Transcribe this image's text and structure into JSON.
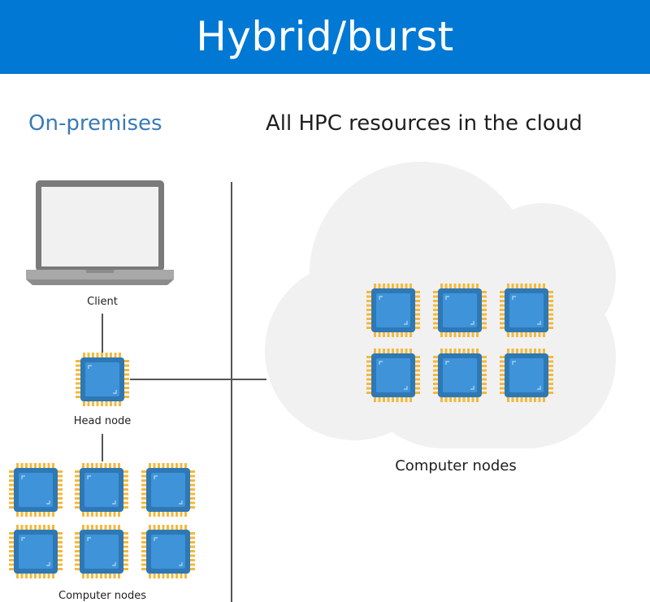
{
  "title": "Hybrid/burst",
  "sections": {
    "on_premises": "On-premises",
    "cloud": "All HPC resources in the cloud"
  },
  "labels": {
    "client": "Client",
    "head_node": "Head node",
    "onprem_compute": "Computer nodes",
    "cloud_compute": "Computer nodes"
  },
  "colors": {
    "banner": "#0078d4",
    "chip_body": "#2e78b5",
    "chip_face": "#3f93d8",
    "chip_pins": "#f5b83a",
    "cloud": "#f1f1f1",
    "laptop_frame": "#7a7a7a",
    "line": "#555555"
  },
  "icons": {
    "client": "laptop-icon",
    "node": "processor-chip-icon",
    "cloud": "cloud-shape"
  },
  "counts": {
    "onprem_compute_nodes": 6,
    "cloud_compute_nodes": 6
  }
}
